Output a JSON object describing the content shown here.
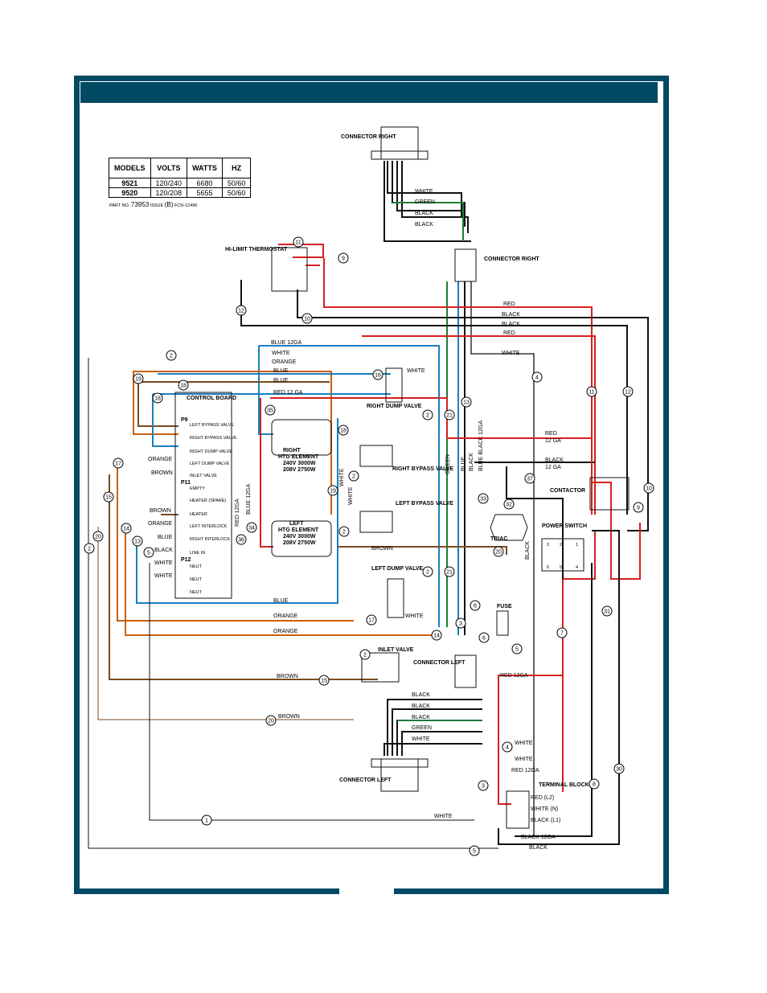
{
  "spec_table": {
    "headers": [
      "MODELS",
      "VOLTS",
      "WATTS",
      "HZ"
    ],
    "rows": [
      [
        "9521",
        "120/240",
        "6680",
        "50/60"
      ],
      [
        "9520",
        "120/208",
        "5655",
        "50/60"
      ]
    ]
  },
  "part_no": {
    "prefix": "PART NO.",
    "number": "73953",
    "issue_label": "ISSUE",
    "issue": "(B)",
    "fcn": "FCN-12496"
  },
  "components": {
    "connector_right_top": "CONNECTOR RIGHT",
    "connector_right_mid": "CONNECTOR RIGHT",
    "hi_limit": "HI-LIMIT THERMOSTAT",
    "control_board": "CONTROL BOARD",
    "right_dump_valve": "RIGHT DUMP VALVE",
    "right_htg": [
      "RIGHT",
      "HTG ELEMENT",
      "240V 3000W",
      "208V 2750W"
    ],
    "left_htg": [
      "LEFT",
      "HTG ELEMENT",
      "240V 3000W",
      "208V 2750W"
    ],
    "right_bypass": "RIGHT BYPASS VALVE",
    "left_bypass": "LEFT BYPASS VALVE",
    "contactor": "CONTACTOR",
    "power_switch": "POWER SWITCH",
    "triac": "TRIAC",
    "left_dump_valve": "LEFT DUMP VALVE",
    "fuse": "FUSE",
    "inlet_valve": "INLET VALVE",
    "connector_left_mid": "CONNECTOR LEFT",
    "connector_left_bottom": "CONNECTOR LEFT",
    "terminal_block": "TERMINAL BLOCK"
  },
  "control_board_pins": {
    "p9": "P9",
    "p11": "P11",
    "p12": "P12",
    "items": [
      "LEFT BYPASS VALVE",
      "RIGHT BYPASS VALVE",
      "RIGHT DUMP VALVE",
      "LEFT DUMP VALVE",
      "INLET VALVE",
      "EMPTY",
      "HEATER (SPARE)",
      "HEATER",
      "LEFT INTERLOCK",
      "RIGHT INTERLOCK",
      "LINE IN",
      "NEUT",
      "NEUT",
      "NEUT"
    ]
  },
  "terminal_labels": [
    "RED (L2)",
    "WHITE (N)",
    "BLACK (L1)"
  ],
  "power_switch_pins": [
    "3",
    "2",
    "1",
    "6",
    "5",
    "4"
  ],
  "wire_labels": {
    "white": "WHITE",
    "green": "GREEN",
    "black": "BLACK",
    "red": "RED",
    "orange": "ORANGE",
    "blue": "BLUE",
    "brown": "BROWN",
    "blue12": "BLUE 12GA",
    "red12": "RED 12 GA",
    "red12b": "RED 12GA",
    "blue12b": "BLUE 12GA",
    "black12": "BLACK 12 GA",
    "black12b": "BLACK 12GA",
    "ga12": "12 GA",
    "blue_black": "BLUE   BLACK  12GA"
  },
  "wire_numbers": [
    "1",
    "2",
    "3",
    "4",
    "5",
    "6",
    "7",
    "8",
    "9",
    "10",
    "11",
    "12",
    "13",
    "14",
    "15",
    "16",
    "17",
    "18",
    "19",
    "20",
    "21",
    "30",
    "31",
    "32",
    "33",
    "34",
    "35",
    "36",
    "37"
  ],
  "colors": {
    "frame": "#004a63",
    "red": "#d62020",
    "blue": "#1a7fc0",
    "green": "#1e7a3a",
    "orange": "#c8600e",
    "brown": "#7a4a20",
    "black": "#111111"
  }
}
